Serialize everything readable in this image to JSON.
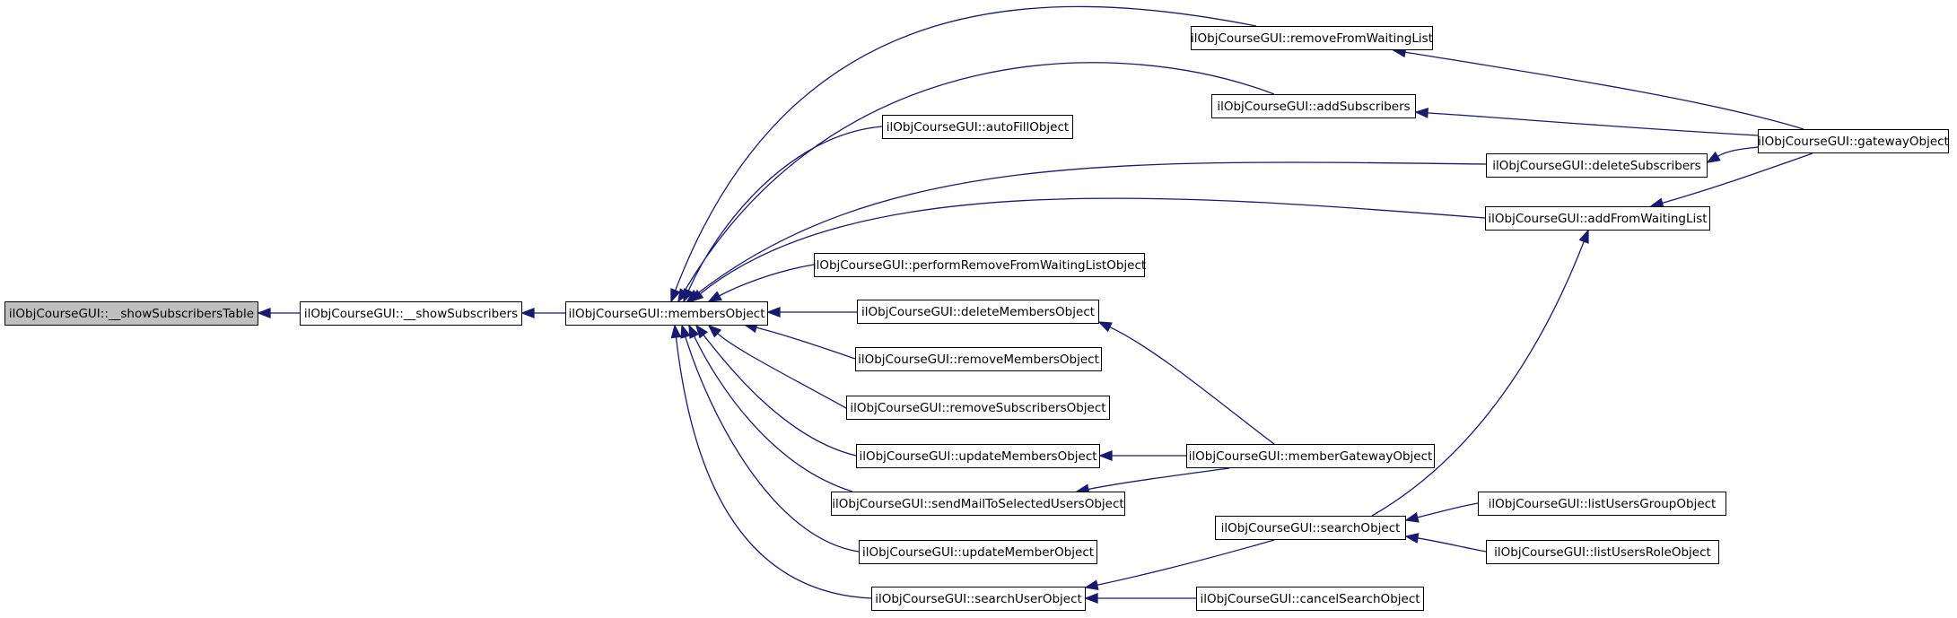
{
  "colors": {
    "edge": "#191970",
    "node_border": "#000000",
    "node_fill": "#ffffff",
    "current_fill": "#bfbfbf"
  },
  "nodes": [
    {
      "id": "showSubscribersTable",
      "label": "ilObjCourseGUI::__showSubscribersTable",
      "current": true
    },
    {
      "id": "showSubscribers",
      "label": "ilObjCourseGUI::__showSubscribers"
    },
    {
      "id": "membersObject",
      "label": "ilObjCourseGUI::membersObject"
    },
    {
      "id": "removeFromWaitingList",
      "label": "ilObjCourseGUI::removeFromWaitingList"
    },
    {
      "id": "addSubscribers",
      "label": "ilObjCourseGUI::addSubscribers"
    },
    {
      "id": "autoFillObject",
      "label": "ilObjCourseGUI::autoFillObject"
    },
    {
      "id": "deleteSubscribers",
      "label": "ilObjCourseGUI::deleteSubscribers"
    },
    {
      "id": "gatewayObject",
      "label": "ilObjCourseGUI::gatewayObject"
    },
    {
      "id": "addFromWaitingList",
      "label": "ilObjCourseGUI::addFromWaitingList"
    },
    {
      "id": "performRemoveFromWaitingListObject",
      "label": "ilObjCourseGUI::performRemoveFromWaitingListObject"
    },
    {
      "id": "deleteMembersObject",
      "label": "ilObjCourseGUI::deleteMembersObject"
    },
    {
      "id": "removeMembersObject",
      "label": "ilObjCourseGUI::removeMembersObject"
    },
    {
      "id": "removeSubscribersObject",
      "label": "ilObjCourseGUI::removeSubscribersObject"
    },
    {
      "id": "updateMembersObject",
      "label": "ilObjCourseGUI::updateMembersObject"
    },
    {
      "id": "memberGatewayObject",
      "label": "ilObjCourseGUI::memberGatewayObject"
    },
    {
      "id": "sendMailToSelectedUsersObject",
      "label": "ilObjCourseGUI::sendMailToSelectedUsersObject"
    },
    {
      "id": "searchObject",
      "label": "ilObjCourseGUI::searchObject"
    },
    {
      "id": "listUsersGroupObject",
      "label": "ilObjCourseGUI::listUsersGroupObject"
    },
    {
      "id": "listUsersRoleObject",
      "label": "ilObjCourseGUI::listUsersRoleObject"
    },
    {
      "id": "updateMemberObject",
      "label": "ilObjCourseGUI::updateMemberObject"
    },
    {
      "id": "searchUserObject",
      "label": "ilObjCourseGUI::searchUserObject"
    },
    {
      "id": "cancelSearchObject",
      "label": "ilObjCourseGUI::cancelSearchObject"
    }
  ],
  "edges": [
    {
      "from": "showSubscribers",
      "to": "showSubscribersTable"
    },
    {
      "from": "membersObject",
      "to": "showSubscribers"
    },
    {
      "from": "removeFromWaitingList",
      "to": "membersObject"
    },
    {
      "from": "addSubscribers",
      "to": "membersObject"
    },
    {
      "from": "autoFillObject",
      "to": "membersObject"
    },
    {
      "from": "deleteSubscribers",
      "to": "membersObject"
    },
    {
      "from": "addFromWaitingList",
      "to": "membersObject"
    },
    {
      "from": "performRemoveFromWaitingListObject",
      "to": "membersObject"
    },
    {
      "from": "deleteMembersObject",
      "to": "membersObject"
    },
    {
      "from": "removeMembersObject",
      "to": "membersObject"
    },
    {
      "from": "removeSubscribersObject",
      "to": "membersObject"
    },
    {
      "from": "updateMembersObject",
      "to": "membersObject"
    },
    {
      "from": "sendMailToSelectedUsersObject",
      "to": "membersObject"
    },
    {
      "from": "updateMemberObject",
      "to": "membersObject"
    },
    {
      "from": "searchUserObject",
      "to": "membersObject"
    },
    {
      "from": "gatewayObject",
      "to": "removeFromWaitingList"
    },
    {
      "from": "gatewayObject",
      "to": "addSubscribers"
    },
    {
      "from": "gatewayObject",
      "to": "deleteSubscribers"
    },
    {
      "from": "gatewayObject",
      "to": "addFromWaitingList"
    },
    {
      "from": "searchObject",
      "to": "addFromWaitingList"
    },
    {
      "from": "memberGatewayObject",
      "to": "deleteMembersObject"
    },
    {
      "from": "memberGatewayObject",
      "to": "updateMembersObject"
    },
    {
      "from": "memberGatewayObject",
      "to": "sendMailToSelectedUsersObject"
    },
    {
      "from": "listUsersGroupObject",
      "to": "searchObject"
    },
    {
      "from": "listUsersRoleObject",
      "to": "searchObject"
    },
    {
      "from": "searchObject",
      "to": "searchUserObject"
    },
    {
      "from": "cancelSearchObject",
      "to": "searchUserObject"
    }
  ]
}
